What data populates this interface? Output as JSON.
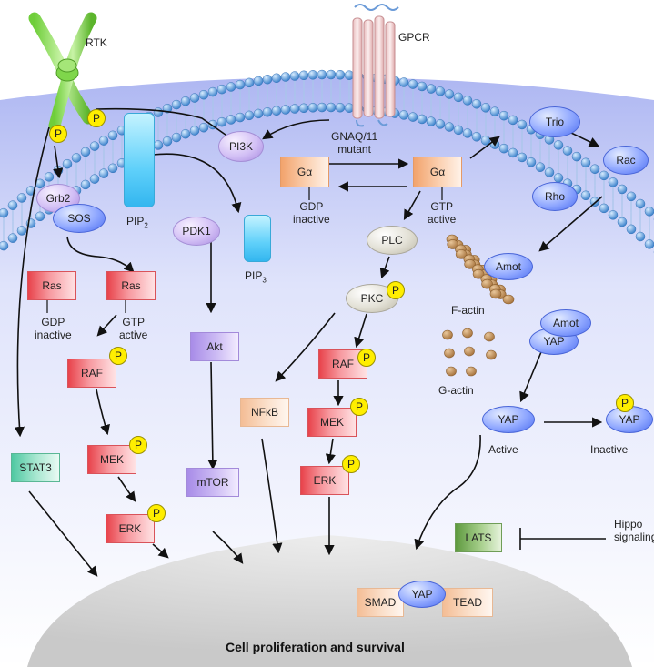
{
  "receptors": {
    "rtk": "RTK",
    "gpcr": "GPCR"
  },
  "phospho": "P",
  "subscript_2": "2",
  "subscript_3": "3",
  "nodes": {
    "pi3k": "PI3K",
    "pip2": "PIP",
    "pip3": "PIP",
    "pdk1": "PDK1",
    "akt": "Akt",
    "mtor": "mTOR",
    "grb2": "Grb2",
    "sos": "SOS",
    "ras": "Ras",
    "raf": "RAF",
    "mek": "MEK",
    "erk": "ERK",
    "stat3": "STAT3",
    "galpha": "Gα",
    "plc": "PLC",
    "pkc": "PKC",
    "nfkb": "NFκB",
    "trio": "Trio",
    "rac": "Rac",
    "rho": "Rho",
    "amot": "Amot",
    "yap": "YAP",
    "lats": "LATS",
    "smad": "SMAD",
    "tead": "TEAD"
  },
  "labels": {
    "gnaq_line1": "GNAQ/11",
    "gnaq_line2": "mutant",
    "gdp": "GDP",
    "gtp": "GTP",
    "inactive": "inactive",
    "active": "active",
    "f_actin": "F-actin",
    "g_actin": "G-actin",
    "yap_active": "Active",
    "yap_inactive": "Inactive",
    "hippo_line1": "Hippo",
    "hippo_line2": "signaling",
    "nucleus": "Cell proliferation and survival"
  },
  "colors": {
    "membrane_head": "#4f93d6",
    "cytoplasm_top": "#bfc6f6",
    "nucleus": "#d9d9d9",
    "phospho_badge": "#ffee00",
    "arrow": "#111111"
  }
}
